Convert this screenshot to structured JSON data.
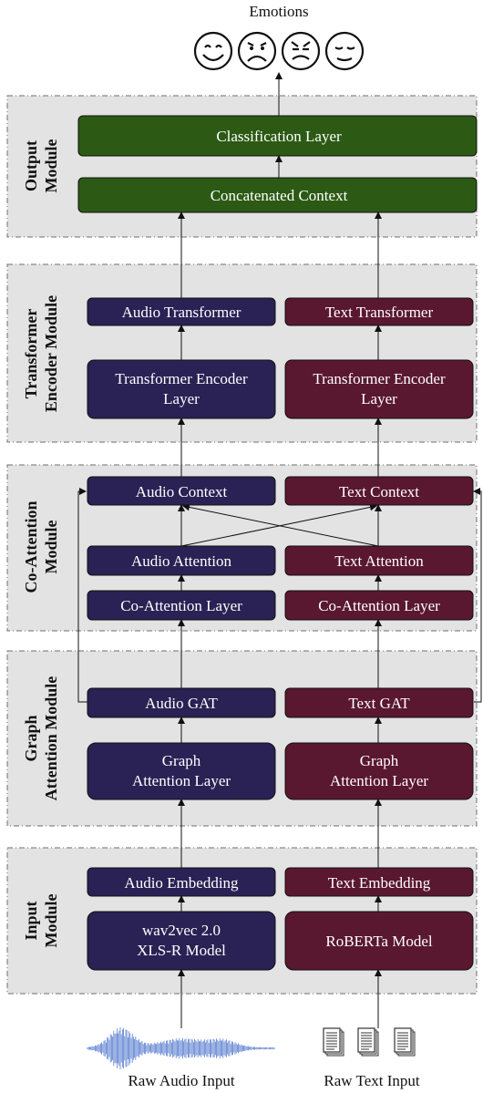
{
  "title": "Emotions",
  "modules": {
    "output": [
      "Output",
      "Module"
    ],
    "transformer": [
      "Transformer",
      "Encoder Module"
    ],
    "coattention": [
      "Co-Attention",
      "Module"
    ],
    "graph": [
      "Graph",
      "Attention Module"
    ],
    "input": [
      "Input",
      "Module"
    ]
  },
  "output": {
    "classification": "Classification Layer",
    "concatenated": "Concatenated Context"
  },
  "audio": {
    "transformer": "Audio Transformer",
    "encoder": [
      "Transformer Encoder",
      "Layer"
    ],
    "context": "Audio Context",
    "attention": "Audio Attention",
    "coattn": "Co-Attention Layer",
    "gat": "Audio GAT",
    "gal": [
      "Graph",
      "Attention Layer"
    ],
    "embedding": "Audio Embedding",
    "model": [
      "wav2vec 2.0",
      "XLS-R Model"
    ],
    "input_label": "Raw Audio Input"
  },
  "text": {
    "transformer": "Text Transformer",
    "encoder": [
      "Transformer Encoder",
      "Layer"
    ],
    "context": "Text Context",
    "attention": "Text Attention",
    "coattn": "Co-Attention Layer",
    "gat": "Text GAT",
    "gal": [
      "Graph",
      "Attention Layer"
    ],
    "embedding": "Text Embedding",
    "model": "RoBERTa Model",
    "input_label": "Raw Text Input"
  },
  "colors": {
    "audio": "#2a2154",
    "text": "#5a1730",
    "output": "#2c5a14",
    "module_bg": "#e3e3e3"
  },
  "icons": [
    "happy-face-icon",
    "sad-face-icon",
    "angry-face-icon",
    "neutral-face-icon",
    "audio-waveform-icon",
    "document-icon"
  ]
}
